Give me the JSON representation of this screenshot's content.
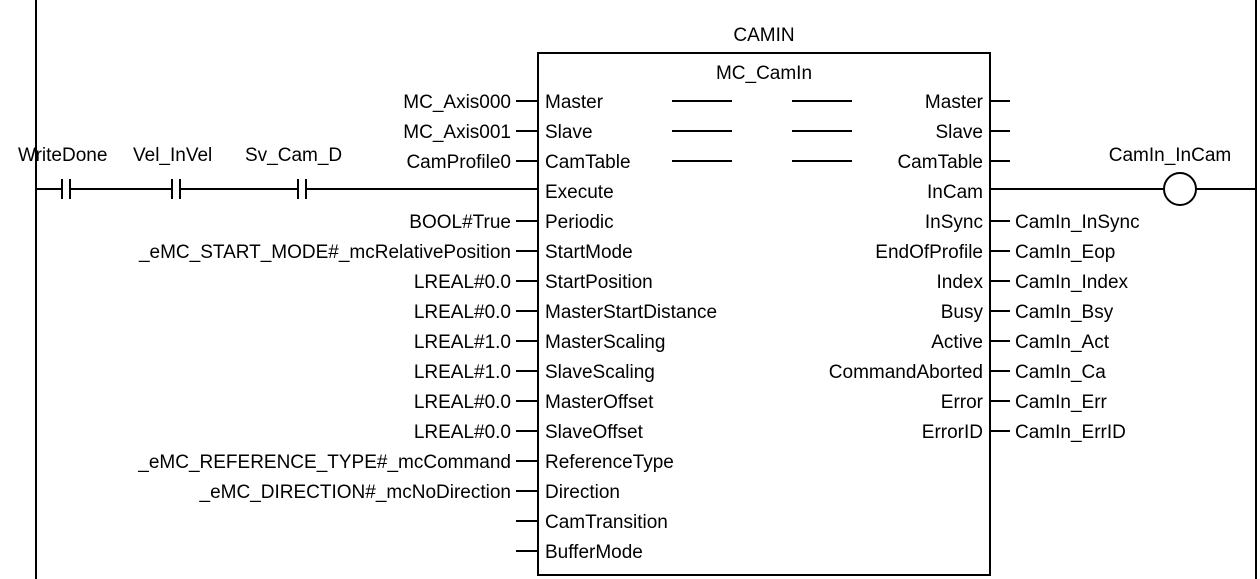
{
  "block": {
    "instance": "CAMIN",
    "type": "MC_CamIn"
  },
  "contacts": [
    {
      "name": "WriteDone"
    },
    {
      "name": "Vel_InVel"
    },
    {
      "name": "Sv_Cam_D"
    }
  ],
  "coil": {
    "name": "CamIn_InCam"
  },
  "inputs": [
    {
      "pin": "Master",
      "value": "MC_Axis000",
      "inout": true
    },
    {
      "pin": "Slave",
      "value": "MC_Axis001",
      "inout": true
    },
    {
      "pin": "CamTable",
      "value": "CamProfile0",
      "inout": true
    },
    {
      "pin": "Execute",
      "value": "",
      "contacts": true
    },
    {
      "pin": "Periodic",
      "value": "BOOL#True"
    },
    {
      "pin": "StartMode",
      "value": "_eMC_START_MODE#_mcRelativePosition"
    },
    {
      "pin": "StartPosition",
      "value": "LREAL#0.0"
    },
    {
      "pin": "MasterStartDistance",
      "value": "LREAL#0.0"
    },
    {
      "pin": "MasterScaling",
      "value": "LREAL#1.0"
    },
    {
      "pin": "SlaveScaling",
      "value": "LREAL#1.0"
    },
    {
      "pin": "MasterOffset",
      "value": "LREAL#0.0"
    },
    {
      "pin": "SlaveOffset",
      "value": "LREAL#0.0"
    },
    {
      "pin": "ReferenceType",
      "value": "_eMC_REFERENCE_TYPE#_mcCommand"
    },
    {
      "pin": "Direction",
      "value": "_eMC_DIRECTION#_mcNoDirection"
    },
    {
      "pin": "CamTransition",
      "value": ""
    },
    {
      "pin": "BufferMode",
      "value": ""
    }
  ],
  "outputs": [
    {
      "pin": "Master",
      "value": ""
    },
    {
      "pin": "Slave",
      "value": ""
    },
    {
      "pin": "CamTable",
      "value": ""
    },
    {
      "pin": "InCam",
      "value": "",
      "coil": true
    },
    {
      "pin": "InSync",
      "value": "CamIn_InSync"
    },
    {
      "pin": "EndOfProfile",
      "value": "CamIn_Eop"
    },
    {
      "pin": "Index",
      "value": "CamIn_Index"
    },
    {
      "pin": "Busy",
      "value": "CamIn_Bsy"
    },
    {
      "pin": "Active",
      "value": "CamIn_Act"
    },
    {
      "pin": "CommandAborted",
      "value": "CamIn_Ca"
    },
    {
      "pin": "Error",
      "value": "CamIn_Err"
    },
    {
      "pin": "ErrorID",
      "value": "CamIn_ErrID"
    }
  ]
}
